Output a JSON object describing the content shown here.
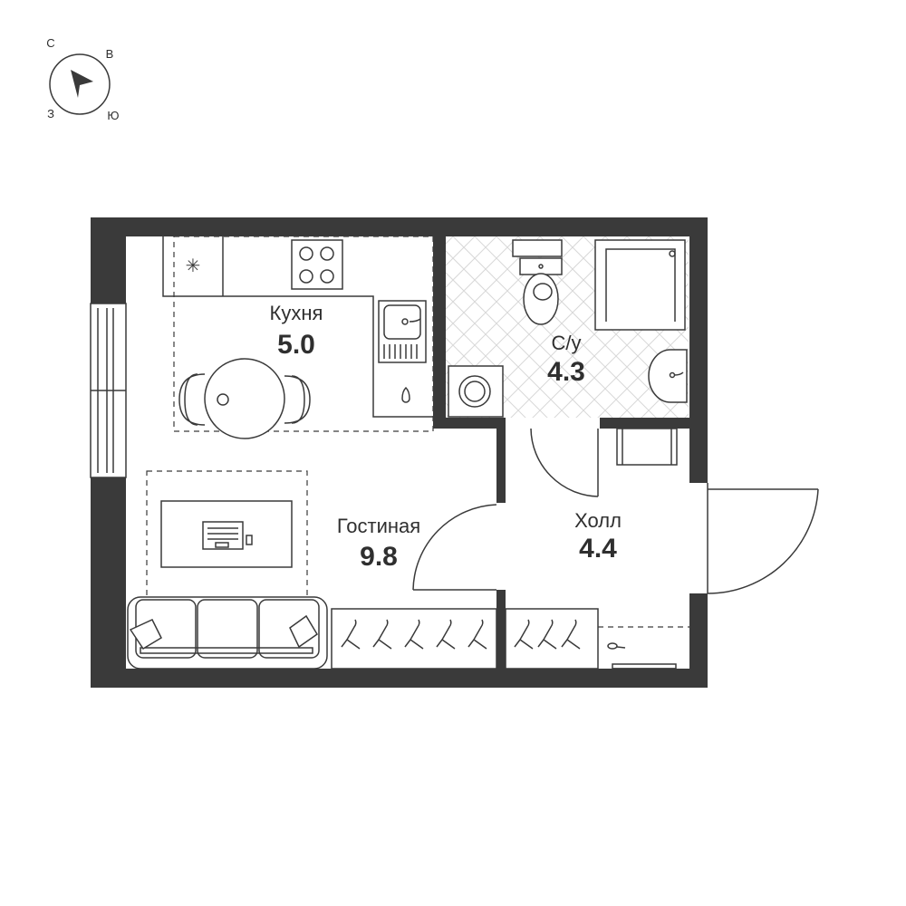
{
  "compass": {
    "north": "С",
    "east": "В",
    "south": "Ю",
    "west": "З"
  },
  "rooms": {
    "kitchen": {
      "name": "Кухня",
      "area": "5.0"
    },
    "bathroom": {
      "name": "С/у",
      "area": "4.3"
    },
    "living": {
      "name": "Гостиная",
      "area": "9.8"
    },
    "hall": {
      "name": "Холл",
      "area": "4.4"
    }
  },
  "colors": {
    "wall": "#3a3a3a",
    "tile_grid": "#d8d8d8",
    "background": "#ffffff"
  },
  "icons": [
    "compass-icon",
    "fridge-icon",
    "stove-icon",
    "sink-icon",
    "dining-table-icon",
    "laptop-icon",
    "sofa-icon",
    "toilet-icon",
    "shower-icon",
    "washbasin-icon",
    "washing-machine-icon",
    "coat-hanger-icon"
  ]
}
